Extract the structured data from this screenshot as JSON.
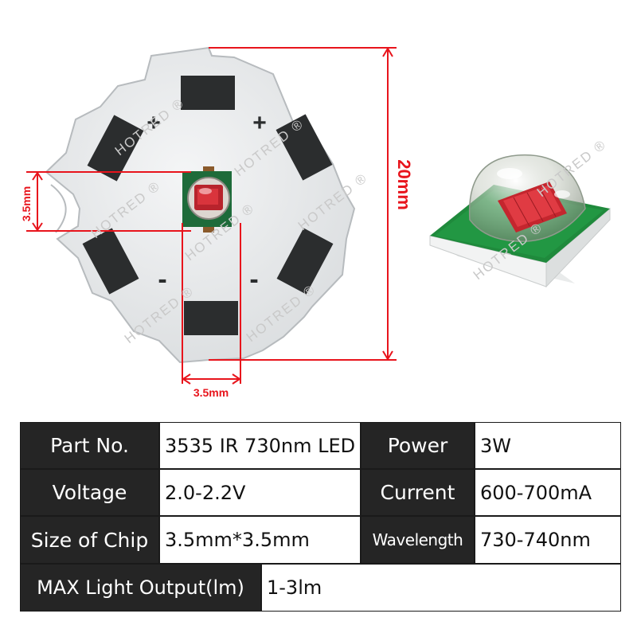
{
  "annotations": {
    "chip_height": "3.5mm",
    "chip_width": "3.5mm",
    "board_diameter": "20mm"
  },
  "pads": {
    "plus_left": "+",
    "plus_right": "+",
    "minus_left": "-",
    "minus_right": "-"
  },
  "watermark": "HOTRED ®",
  "colors": {
    "dimension_red": "#e8141c",
    "label_bg": "#252525",
    "board": "#e9ebed",
    "pad": "#2b2d2e",
    "pcb_green": "#1f8a3c",
    "emitter_red": "#c4262e"
  },
  "spec": {
    "part_no_label": "Part No.",
    "part_no_value": "3535 IR 730nm LED",
    "power_label": "Power",
    "power_value": "3W",
    "voltage_label": "Voltage",
    "voltage_value": "2.0-2.2V",
    "current_label": "Current",
    "current_value": "600-700mA",
    "chip_size_label": "Size of Chip",
    "chip_size_value": "3.5mm*3.5mm",
    "wavelength_label": "Wavelength",
    "wavelength_value": "730-740nm",
    "max_output_label": "MAX Light Output(lm)",
    "max_output_value": "1-3lm"
  }
}
